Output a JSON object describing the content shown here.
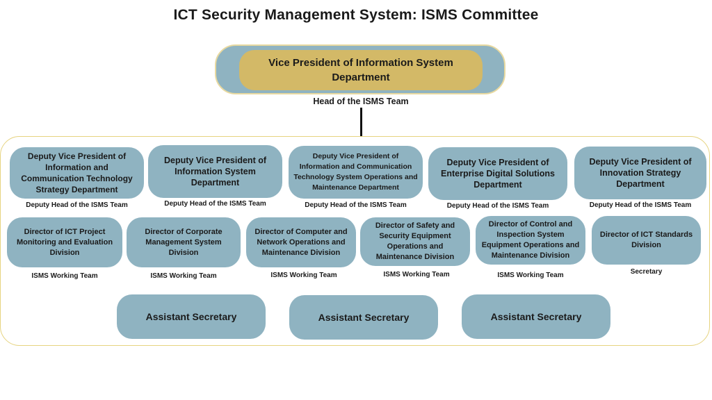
{
  "title": "ICT Security Management System: ISMS Committee",
  "top": {
    "label": "Vice President of Information System Department",
    "caption": "Head of the ISMS Team"
  },
  "row1": [
    {
      "label": "Deputy Vice President of Information and Communication Technology Strategy Department",
      "caption": "Deputy Head of the ISMS Team"
    },
    {
      "label": "Deputy Vice President of Information System Department",
      "caption": "Deputy Head of the ISMS Team"
    },
    {
      "label": "Deputy Vice President of Information and Communication Technology System Operations and Maintenance Department",
      "caption": "Deputy Head of the ISMS Team"
    },
    {
      "label": "Deputy Vice President of Enterprise Digital Solutions Department",
      "caption": "Deputy Head of the ISMS Team"
    },
    {
      "label": "Deputy Vice President of Innovation Strategy Department",
      "caption": "Deputy Head of the ISMS Team"
    }
  ],
  "row2": [
    {
      "label": "Director of ICT Project Monitoring and Evaluation Division",
      "caption": "ISMS Working Team"
    },
    {
      "label": "Director of Corporate Management System Division",
      "caption": "ISMS Working Team"
    },
    {
      "label": "Director of Computer and Network Operations and Maintenance Division",
      "caption": "ISMS Working Team"
    },
    {
      "label": "Director of  Safety and Security Equipment Operations and Maintenance Division",
      "caption": "ISMS Working Team"
    },
    {
      "label": "Director of  Control and Inspection System Equipment Operations and Maintenance Division",
      "caption": "ISMS Working Team"
    },
    {
      "label": "Director of ICT Standards Division",
      "caption": "Secretary"
    }
  ],
  "row3": [
    {
      "label": "Assistant Secretary"
    },
    {
      "label": "Assistant Secretary"
    },
    {
      "label": "Assistant Secretary"
    }
  ],
  "colors": {
    "box": "#8fb3c1",
    "top_box": "#d3b967",
    "frame_border": "#e6d37f"
  }
}
